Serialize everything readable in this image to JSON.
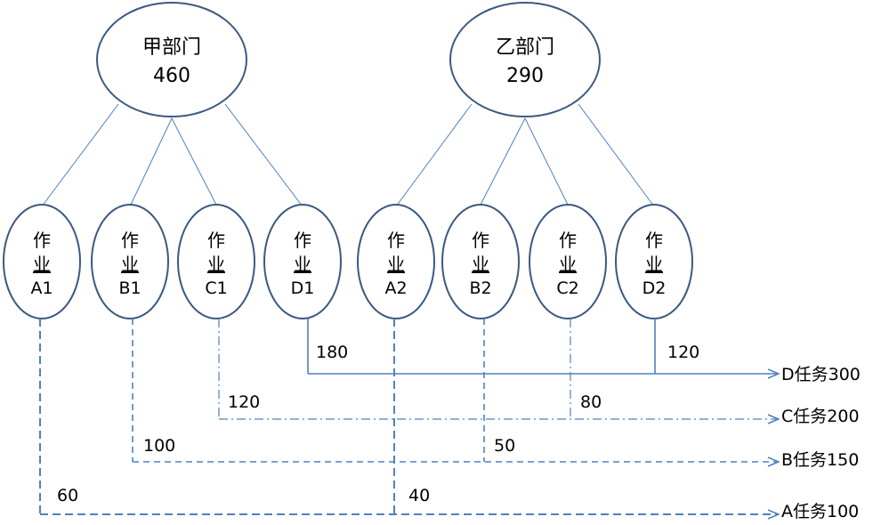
{
  "departments": [
    {
      "name": "甲部门",
      "value": "460"
    },
    {
      "name": "乙部门",
      "value": "290"
    }
  ],
  "jobs": [
    {
      "line1": "作",
      "line2": "业",
      "code": "A1"
    },
    {
      "line1": "作",
      "line2": "业",
      "code": "B1"
    },
    {
      "line1": "作",
      "line2": "业",
      "code": "C1"
    },
    {
      "line1": "作",
      "line2": "业",
      "code": "D1"
    },
    {
      "line1": "作",
      "line2": "业",
      "code": "A2"
    },
    {
      "line1": "作",
      "line2": "业",
      "code": "B2"
    },
    {
      "line1": "作",
      "line2": "业",
      "code": "C2"
    },
    {
      "line1": "作",
      "line2": "业",
      "code": "D2"
    }
  ],
  "tasks": {
    "d": {
      "label": "D任务300",
      "amount_dept1": "180",
      "amount_dept2": "120"
    },
    "c": {
      "label": "C任务200",
      "amount_dept1": "120",
      "amount_dept2": "80"
    },
    "b": {
      "label": "B任务150",
      "amount_dept1": "100",
      "amount_dept2": "50"
    },
    "a": {
      "label": "A任务100",
      "amount_dept1": "60",
      "amount_dept2": "40"
    }
  },
  "colors": {
    "outline": "#3b5a80",
    "line": "#4f81bd"
  }
}
